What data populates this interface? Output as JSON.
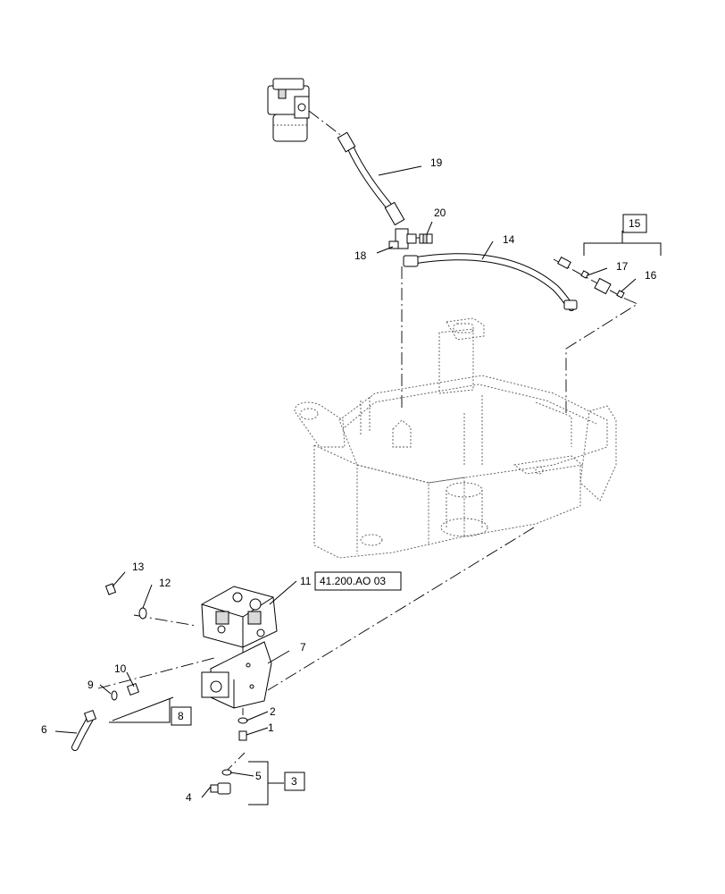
{
  "callouts": {
    "c1": "1",
    "c2": "2",
    "c3": "3",
    "c4": "4",
    "c5": "5",
    "c6": "6",
    "c7": "7",
    "c8": "8",
    "c9": "9",
    "c10": "10",
    "c11": "11",
    "c12": "12",
    "c13": "13",
    "c14": "14",
    "c15": "15",
    "c16": "16",
    "c17": "17",
    "c18": "18",
    "c19": "19",
    "c20": "20"
  },
  "reference": "41.200.AO 03"
}
